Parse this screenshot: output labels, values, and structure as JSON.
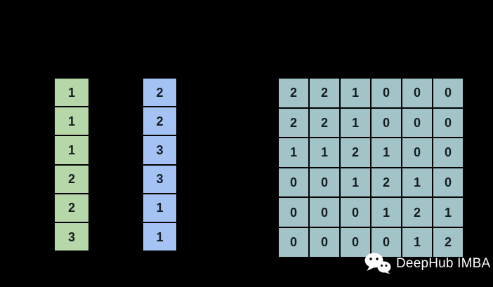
{
  "canvas": {
    "background": "#000000"
  },
  "vectors": {
    "green_column": {
      "color": "#b6d7a8",
      "values": [
        "1",
        "1",
        "1",
        "2",
        "2",
        "3"
      ]
    },
    "blue_column": {
      "color": "#a4c2f4",
      "values": [
        "2",
        "2",
        "3",
        "3",
        "1",
        "1"
      ]
    }
  },
  "matrix": {
    "color": "#a2c4c9",
    "rows": [
      [
        "2",
        "2",
        "1",
        "0",
        "0",
        "0"
      ],
      [
        "2",
        "2",
        "1",
        "0",
        "0",
        "0"
      ],
      [
        "1",
        "1",
        "2",
        "1",
        "0",
        "0"
      ],
      [
        "0",
        "0",
        "1",
        "2",
        "1",
        "0"
      ],
      [
        "0",
        "0",
        "0",
        "1",
        "2",
        "1"
      ],
      [
        "0",
        "0",
        "0",
        "0",
        "1",
        "2"
      ]
    ]
  },
  "watermark": {
    "icon": "wechat-icon",
    "label": "DeepHub IMBA",
    "color": "#ffffff"
  }
}
